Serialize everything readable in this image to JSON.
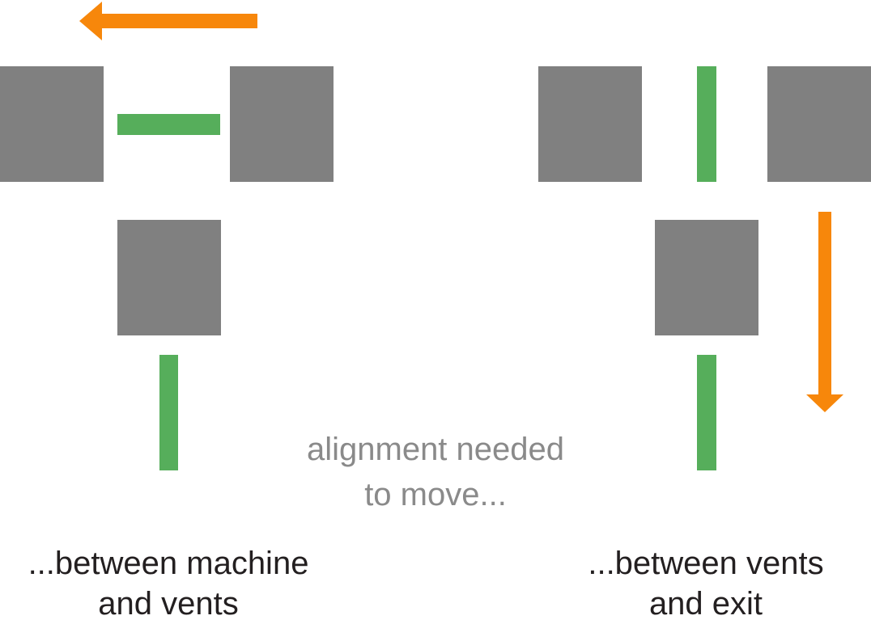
{
  "colors": {
    "block": "#808080",
    "vent": "#56ae5b",
    "arrow": "#f7870b",
    "caption_text": "#231f20",
    "center_text": "#8a8a8a"
  },
  "center_label": {
    "line1": "alignment needed",
    "line2": "to move..."
  },
  "left_panel": {
    "caption_line1": "...between machine",
    "caption_line2": "and vents",
    "arrow_direction": "left"
  },
  "right_panel": {
    "caption_line1": "...between vents",
    "caption_line2": "and exit",
    "arrow_direction": "down"
  }
}
